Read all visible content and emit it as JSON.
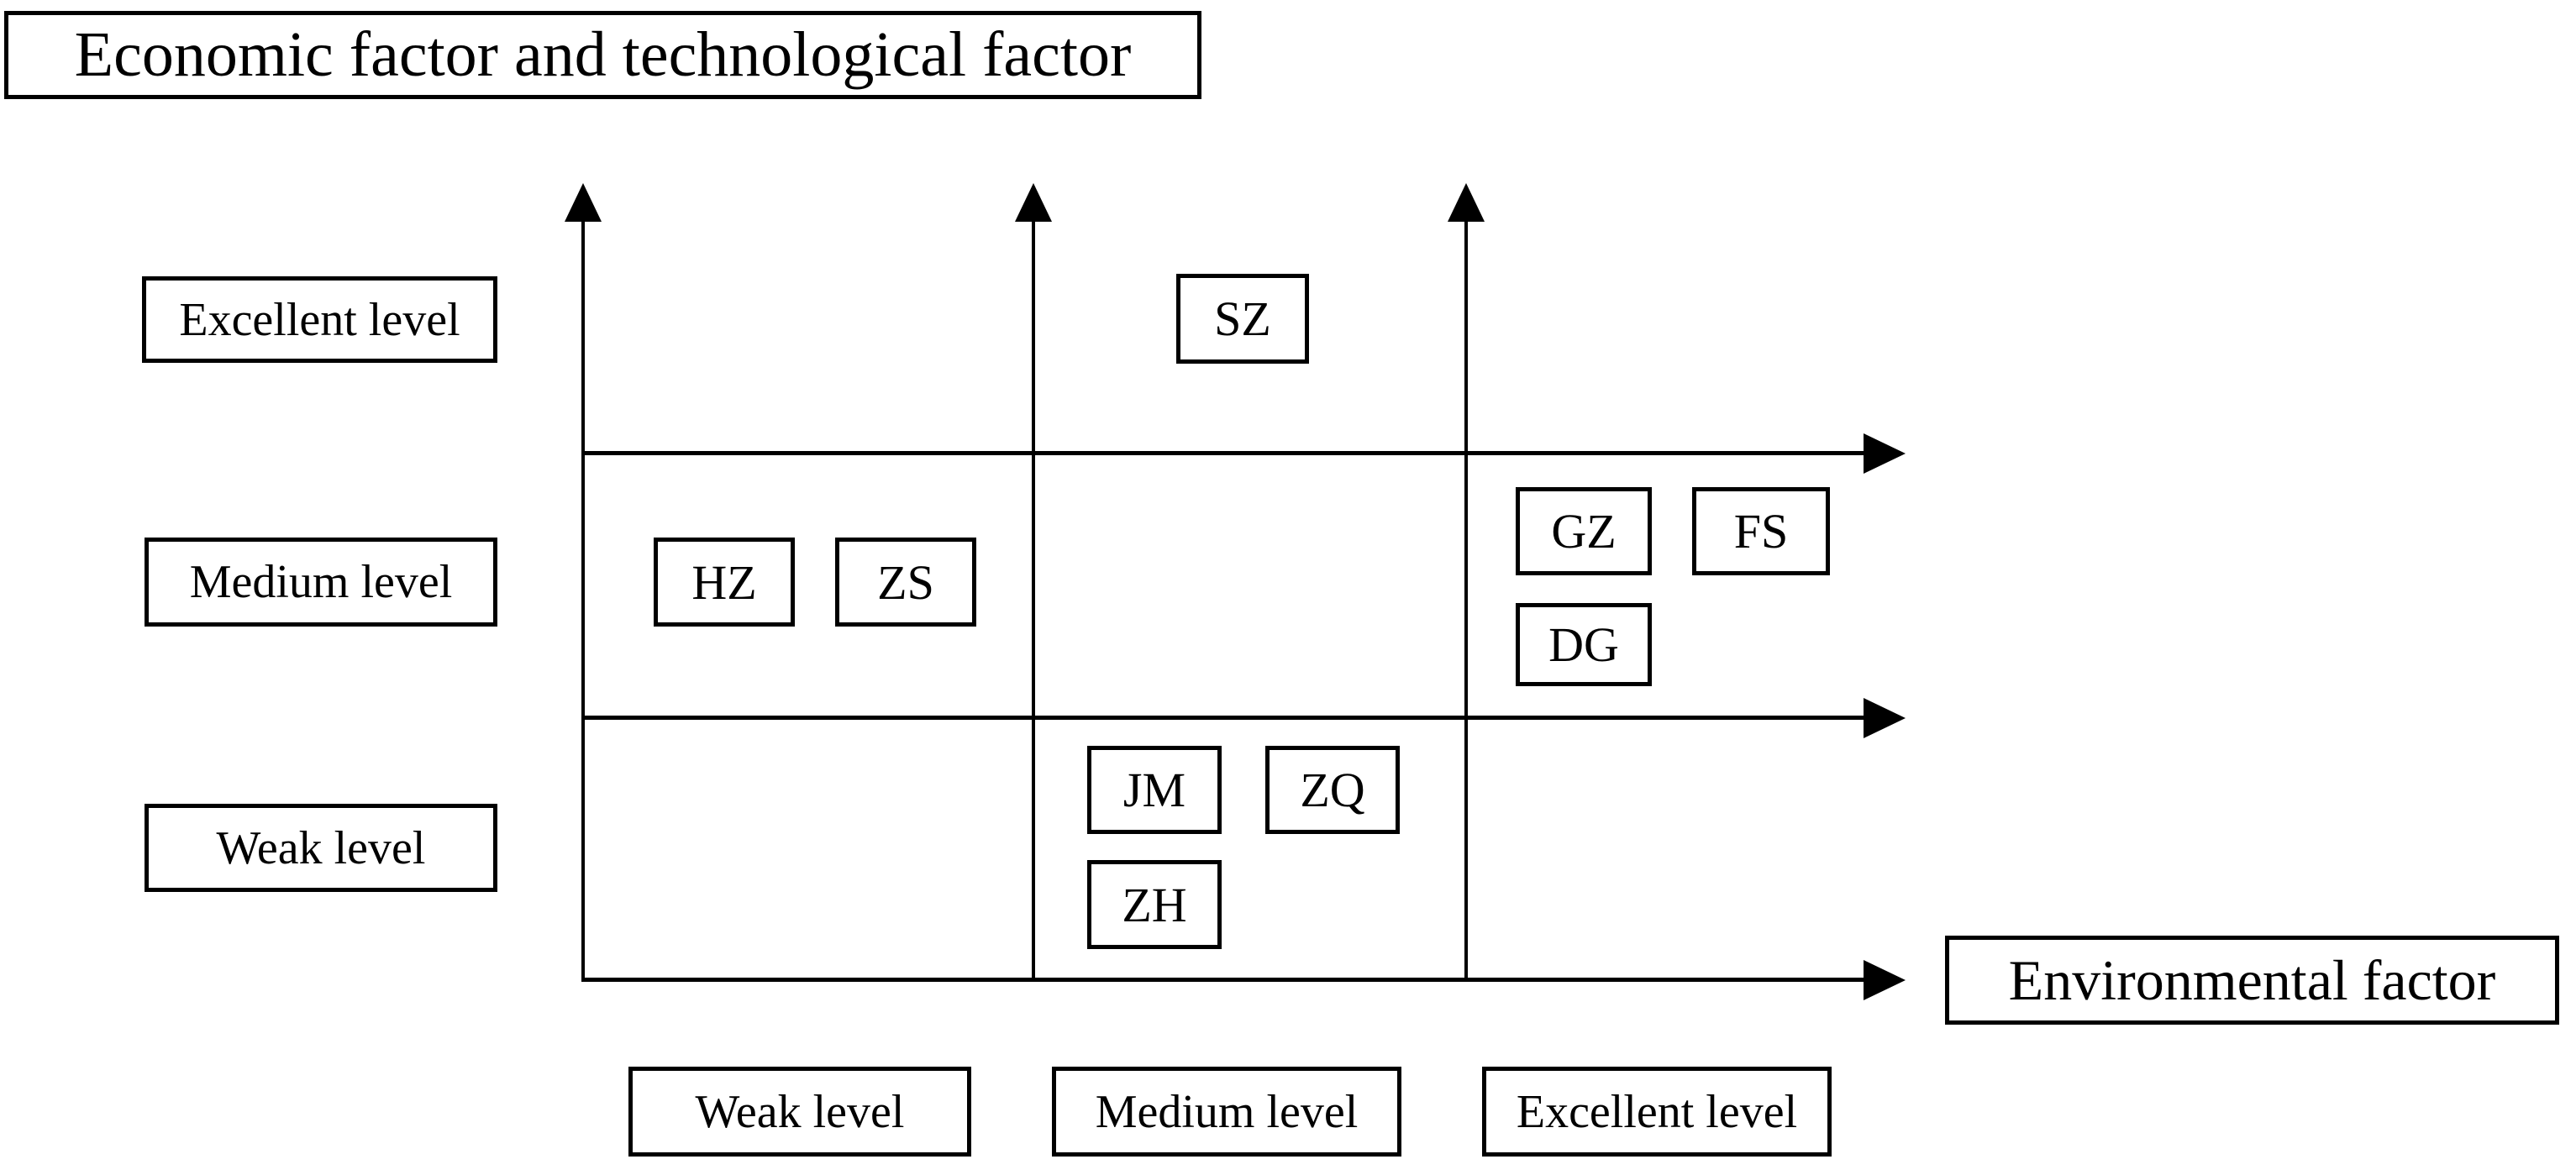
{
  "figure": {
    "y_axis": {
      "title": "Economic factor and technological factor",
      "levels": [
        "Excellent level",
        "Medium level",
        "Weak level"
      ]
    },
    "x_axis": {
      "title": "Environmental factor",
      "levels": [
        "Weak level",
        "Medium level",
        "Excellent level"
      ]
    },
    "cities": [
      {
        "code": "SZ",
        "x_level": "Medium level",
        "y_level": "Excellent level"
      },
      {
        "code": "HZ",
        "x_level": "Weak level",
        "y_level": "Medium level"
      },
      {
        "code": "ZS",
        "x_level": "Weak level",
        "y_level": "Medium level"
      },
      {
        "code": "GZ",
        "x_level": "Excellent level",
        "y_level": "Medium level"
      },
      {
        "code": "FS",
        "x_level": "Excellent level",
        "y_level": "Medium level"
      },
      {
        "code": "DG",
        "x_level": "Excellent level",
        "y_level": "Medium level"
      },
      {
        "code": "JM",
        "x_level": "Medium level",
        "y_level": "Weak level"
      },
      {
        "code": "ZQ",
        "x_level": "Medium level",
        "y_level": "Weak level"
      },
      {
        "code": "ZH",
        "x_level": "Medium level",
        "y_level": "Weak level"
      }
    ],
    "matrix_cells": [
      {
        "y_level": "Excellent level",
        "x_level": "Medium level",
        "cities": [
          "SZ"
        ]
      },
      {
        "y_level": "Medium level",
        "x_level": "Weak level",
        "cities": [
          "HZ",
          "ZS"
        ]
      },
      {
        "y_level": "Medium level",
        "x_level": "Excellent level",
        "cities": [
          "GZ",
          "FS",
          "DG"
        ]
      },
      {
        "y_level": "Weak level",
        "x_level": "Medium level",
        "cities": [
          "JM",
          "ZQ",
          "ZH"
        ]
      }
    ],
    "colors": {
      "ink": "#000000",
      "paper": "#ffffff"
    }
  }
}
